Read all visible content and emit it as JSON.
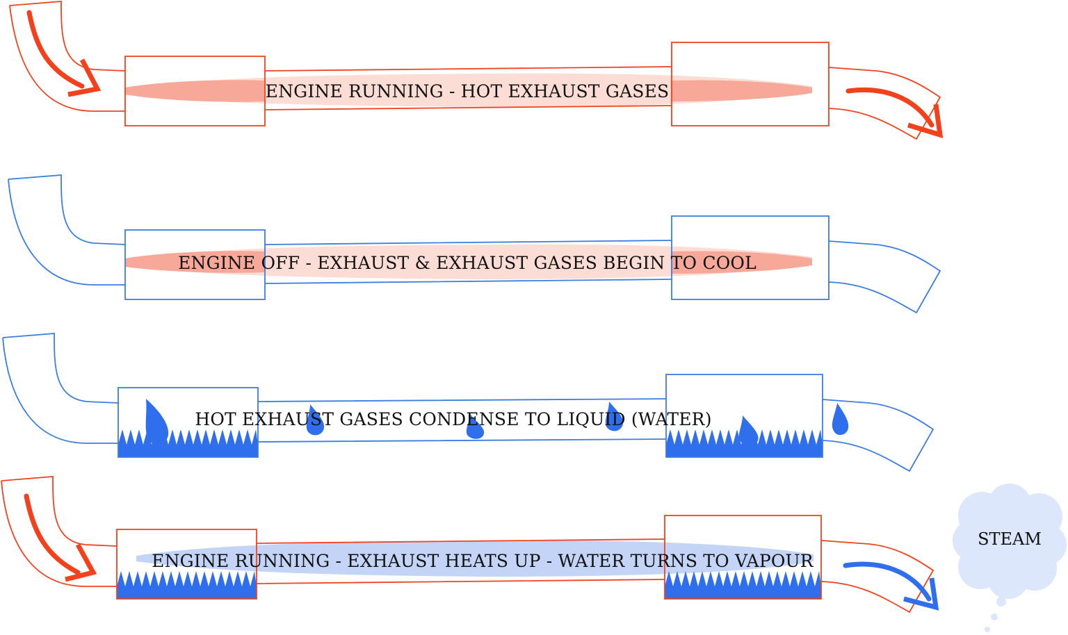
{
  "colors": {
    "hot": "#f2421d",
    "cold": "#3a7ee0",
    "heat_glow": "#f7a898",
    "heat_glow_light": "#fbd7cf",
    "water": "#2f6fee",
    "vapour": "#b9cdf4",
    "steam_cloud": "#dce7fb"
  },
  "stages": [
    {
      "label": "ENGINE RUNNING - HOT EXHAUST GASES",
      "state": "hot"
    },
    {
      "label": "ENGINE OFF - EXHAUST & EXHAUST GASES BEGIN TO COOL",
      "state": "cooling"
    },
    {
      "label": "HOT EXHAUST GASES CONDENSE TO LIQUID (WATER)",
      "state": "condensing"
    },
    {
      "label": "ENGINE RUNNING - EXHAUST HEATS UP - WATER TURNS TO VAPOUR",
      "state": "vapour"
    }
  ],
  "steam": {
    "label": "STEAM"
  },
  "icons": {
    "inlet_arrow": "curved-arrow-icon",
    "outlet_arrow": "curved-arrow-icon",
    "droplet": "water-drop-icon",
    "cloud": "cloud-icon"
  }
}
